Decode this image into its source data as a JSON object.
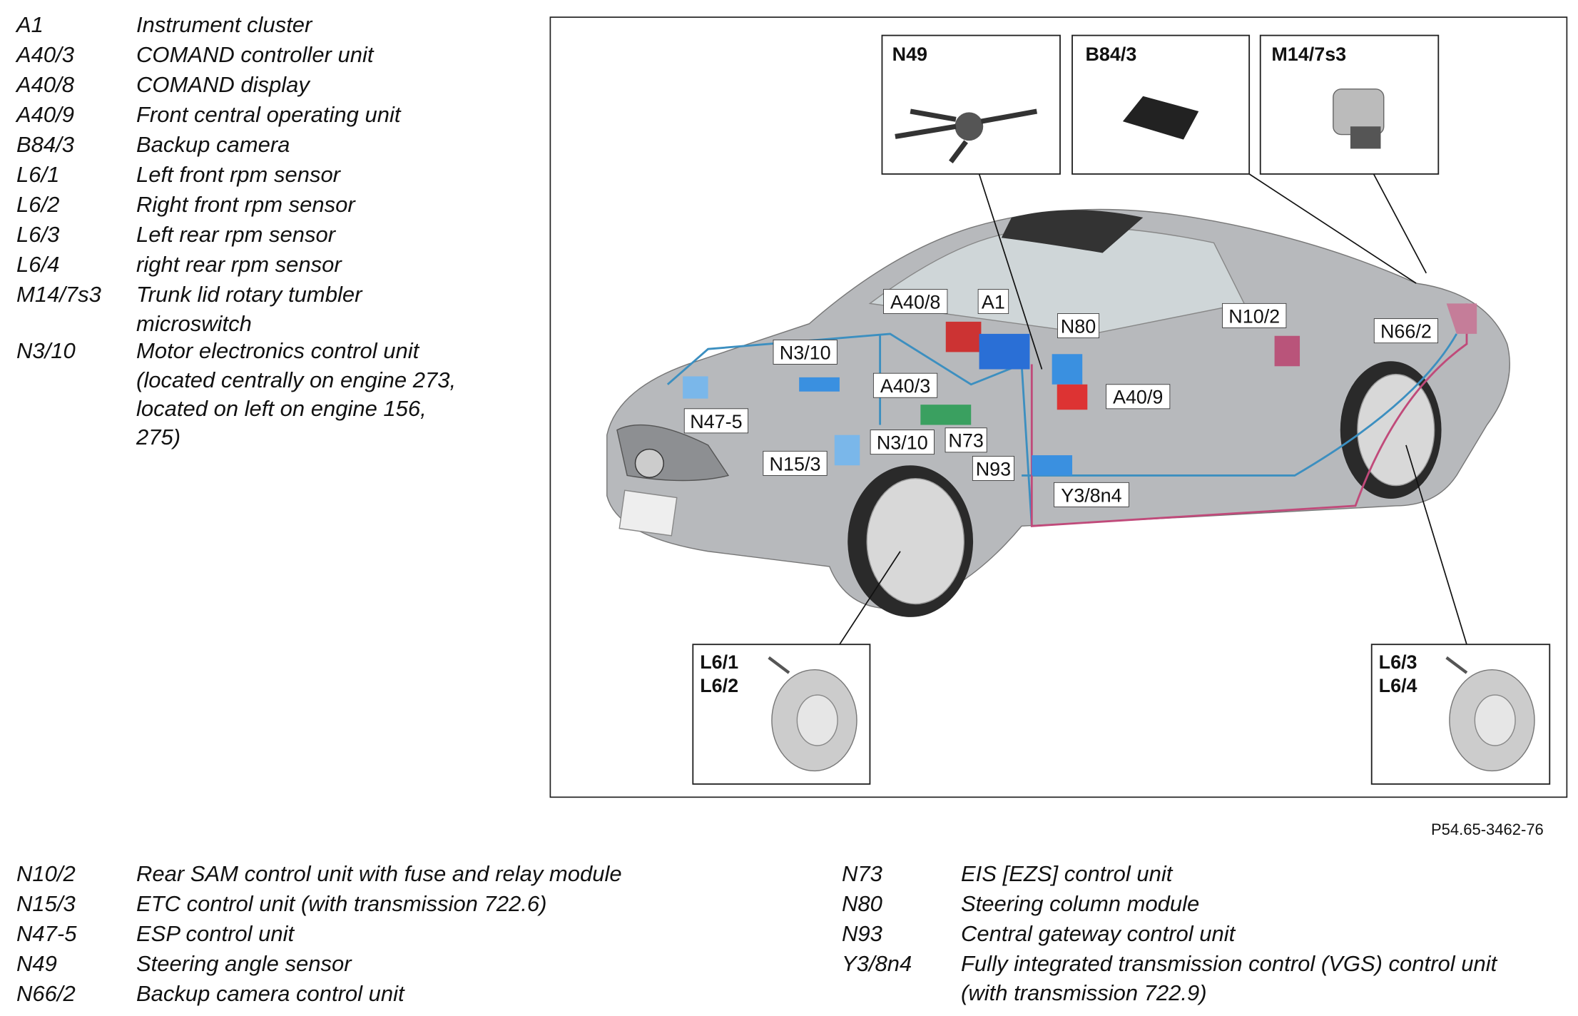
{
  "top_legend": [
    {
      "code": "A1",
      "desc": [
        "Instrument cluster"
      ]
    },
    {
      "code": "A40/3",
      "desc": [
        "COMAND controller unit"
      ]
    },
    {
      "code": "A40/8",
      "desc": [
        "COMAND display"
      ]
    },
    {
      "code": "A40/9",
      "desc": [
        "Front central operating unit"
      ]
    },
    {
      "code": "B84/3",
      "desc": [
        "Backup camera"
      ]
    },
    {
      "code": "L6/1",
      "desc": [
        "Left front rpm sensor"
      ]
    },
    {
      "code": "L6/2",
      "desc": [
        "Right front rpm sensor"
      ]
    },
    {
      "code": "L6/3",
      "desc": [
        "Left rear rpm sensor"
      ]
    },
    {
      "code": "L6/4",
      "desc": [
        "right rear rpm sensor"
      ]
    },
    {
      "code": "M14/7s3",
      "desc": [
        "Trunk lid rotary tumbler",
        "microswitch"
      ]
    },
    {
      "code": "N3/10",
      "desc": [
        "Motor electronics control unit",
        "(located centrally on engine 273,",
        "located on left on engine 156,",
        "275)"
      ]
    }
  ],
  "bottom_left": [
    {
      "code": "N10/2",
      "desc": [
        "Rear SAM control unit with fuse and relay module"
      ]
    },
    {
      "code": "N15/3",
      "desc": [
        "ETC control unit (with transmission 722.6)"
      ]
    },
    {
      "code": "N47-5",
      "desc": [
        "ESP control unit"
      ]
    },
    {
      "code": "N49",
      "desc": [
        "Steering angle sensor"
      ]
    },
    {
      "code": "N66/2",
      "desc": [
        "Backup camera control unit"
      ]
    }
  ],
  "bottom_right": [
    {
      "code": "N73",
      "desc": [
        "EIS [EZS] control unit"
      ]
    },
    {
      "code": "N80",
      "desc": [
        "Steering column module"
      ]
    },
    {
      "code": "N93",
      "desc": [
        "Central gateway control unit"
      ]
    },
    {
      "code": "Y3/8n4",
      "desc": [
        "Fully integrated transmission control (VGS) control unit",
        "(with transmission 722.9)"
      ]
    }
  ],
  "figure_ref": "P54.65-3462-76",
  "detail_boxes": {
    "n49": "N49",
    "b84": "B84/3",
    "m14": "M14/7s3",
    "l61": "L6/1",
    "l62": "L6/2",
    "l63": "L6/3",
    "l64": "L6/4"
  },
  "callouts": [
    "A40/8",
    "A1",
    "N80",
    "N10/2",
    "N66/2",
    "N3/10",
    "A40/3",
    "A40/9",
    "N47-5",
    "N3/10",
    "N73",
    "N15/3",
    "N93",
    "Y3/8n4"
  ]
}
